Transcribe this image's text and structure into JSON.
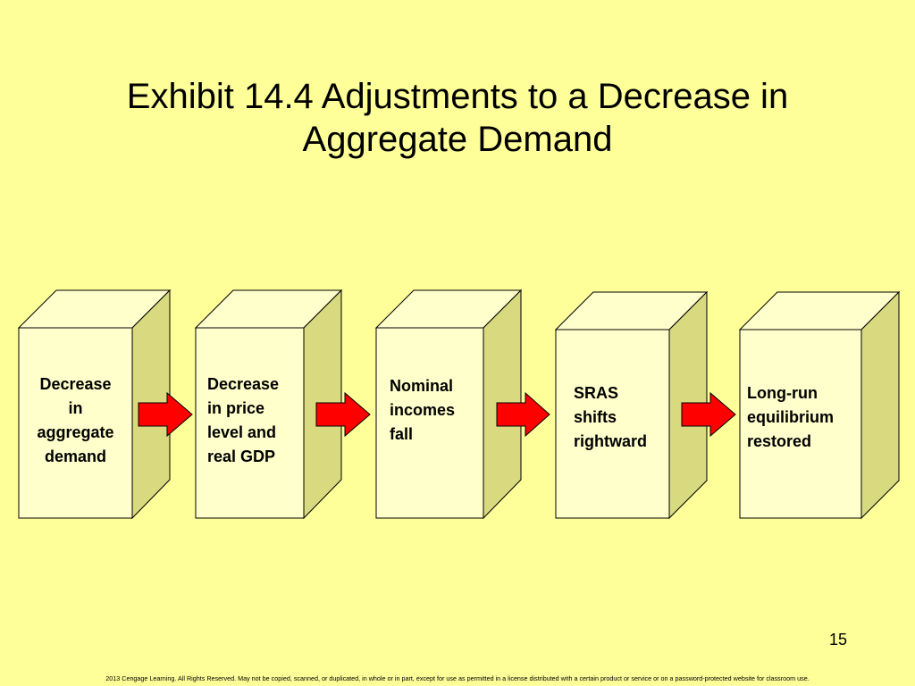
{
  "slide": {
    "title": "Exhibit 14.4 Adjustments to a Decrease in\nAggregate Demand",
    "page_number": "15",
    "footer": "2013 Cengage Learning. All Rights Reserved. May not be copied, scanned, or duplicated, in whole or in part, except for use as permitted in a license distributed with a certain product or service or on a password-protected website for classroom use."
  },
  "flow": {
    "steps": [
      {
        "label": "Decrease\nin\naggregate\ndemand"
      },
      {
        "label": "Decrease\nin price\nlevel and\nreal GDP"
      },
      {
        "label": "Nominal\nincomes\nfall"
      },
      {
        "label": "SRAS\nshifts\nrightward"
      },
      {
        "label": "Long-run\nequilibrium\nrestored"
      }
    ]
  },
  "colors": {
    "background": "#FFFF99",
    "box_front": "#FFFFCC",
    "box_top": "#FFFFCC",
    "box_side": "#D9D980",
    "arrow": "#FF0000"
  }
}
